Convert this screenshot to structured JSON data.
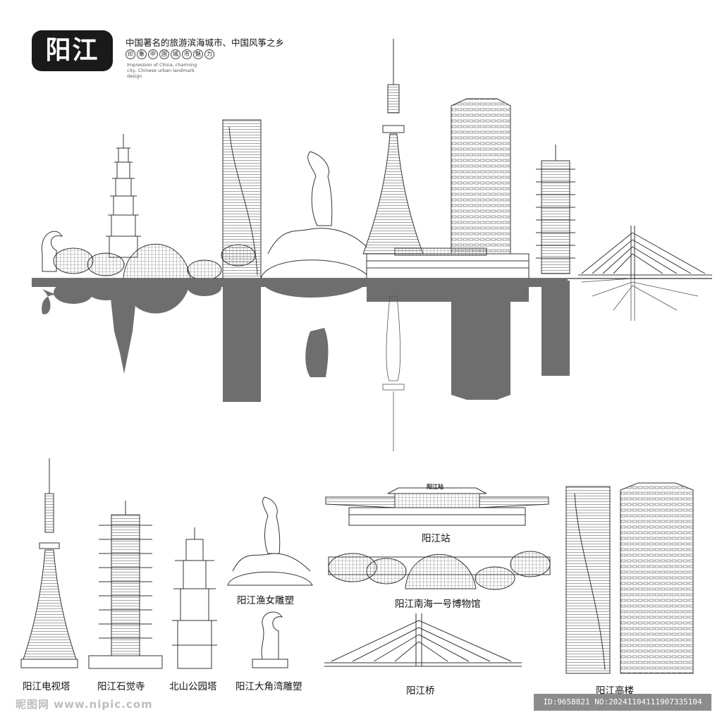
{
  "header": {
    "logo_text": "阳江",
    "slogan": "中国著名的旅游滨海城市、中国风筝之乡",
    "seal_chars": [
      "印",
      "象",
      "中",
      "国",
      "城",
      "市",
      "魅",
      "力"
    ],
    "english": "Impression of China, charming city, Chinese urban landmark design"
  },
  "sign_texts": {
    "station_sign": "阳江站"
  },
  "captions": {
    "tv_tower": "阳江电视塔",
    "shijue_temple": "阳江石觉寺",
    "beishan_tower": "北山公园塔",
    "yunv_sculpture": "阳江渔女雕塑",
    "dajiaowan_sculpture": "阳江大角湾雕塑",
    "station": "阳江站",
    "museum": "阳江南海一号博物馆",
    "bridge": "阳江桥",
    "highrise": "阳江高楼"
  },
  "watermark": {
    "site": "昵图网 www.nipic.com",
    "id": "ID:9658821 NO:20241104111907335104"
  },
  "colors": {
    "reflection": "#6e6e6e",
    "line": "#333333",
    "logo_bg": "#1a1a1a"
  }
}
